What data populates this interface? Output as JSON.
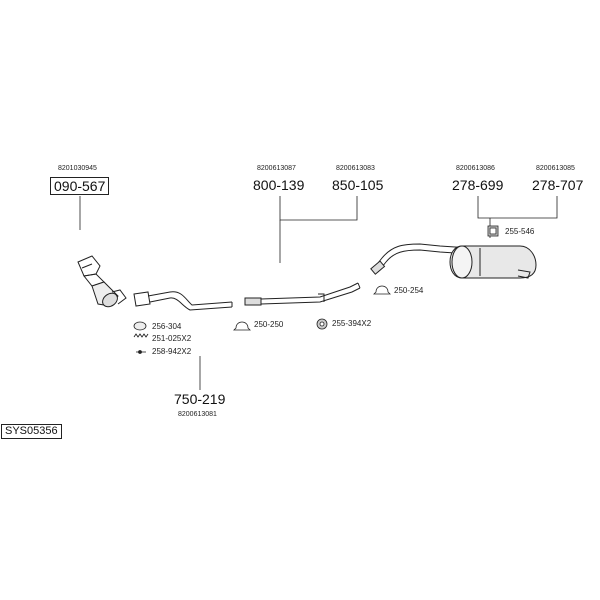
{
  "system": {
    "code": "SYS05356"
  },
  "parts": {
    "p1": {
      "oem": "8201030945",
      "number": "090-567"
    },
    "p2": {
      "oem": "8200613087",
      "number": "800-139"
    },
    "p3": {
      "oem": "8200613083",
      "number": "850-105"
    },
    "p4": {
      "oem": "8200613086",
      "number": "278-699"
    },
    "p5": {
      "oem": "8200613085",
      "number": "278-707"
    },
    "p6": {
      "oem": "8200613081",
      "number": "750-219"
    }
  },
  "accessories": {
    "a1": "256-304",
    "a2": "251-025X2",
    "a3": "258-942X2",
    "a4": "250-250",
    "a5": "255-394X2",
    "a6": "250-254",
    "a7": "255-546"
  }
}
